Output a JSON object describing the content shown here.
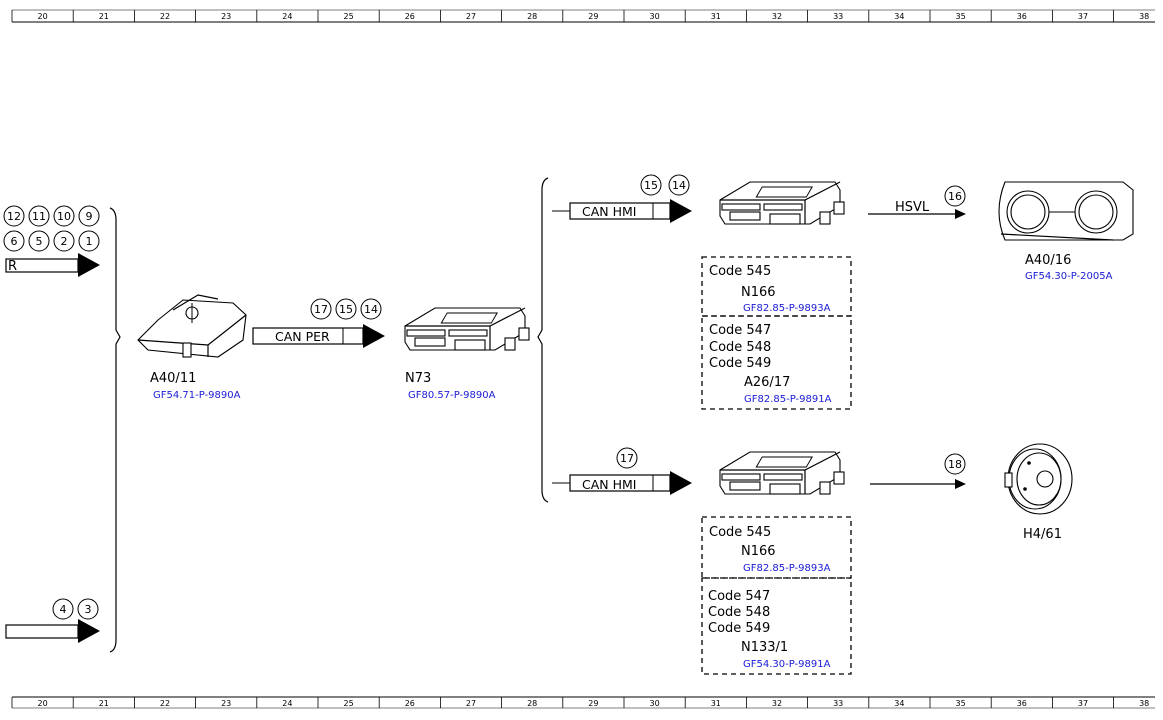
{
  "ruler": {
    "labels": [
      "20",
      "21",
      "22",
      "23",
      "24",
      "25",
      "26",
      "27",
      "28",
      "29",
      "30",
      "31",
      "32",
      "33",
      "34",
      "35",
      "36",
      "37",
      "38"
    ]
  },
  "left_inputs": {
    "top_bubbles_row1": [
      "12",
      "11",
      "10",
      "9"
    ],
    "top_bubbles_row2": [
      "6",
      "5",
      "2",
      "1"
    ],
    "top_arrow_label": "R",
    "bottom_bubbles": [
      "4",
      "3"
    ]
  },
  "a40_11": {
    "label": "A40/11",
    "ref": "GF54.71-P-9890A"
  },
  "can_per": {
    "label": "CAN PER",
    "bubbles": [
      "17",
      "15",
      "14"
    ]
  },
  "n73": {
    "label": "N73",
    "ref": "GF80.57-P-9890A"
  },
  "upper_branch": {
    "bus_label": "CAN HMI",
    "bubbles": [
      "15",
      "14"
    ],
    "out_label": "HSVL",
    "out_bubble": "16",
    "box1": {
      "code": "Code 545",
      "module": "N166",
      "ref": "GF82.85-P-9893A"
    },
    "box2": {
      "codes": [
        "Code 547",
        "Code 548",
        "Code 549"
      ],
      "module": "A26/17",
      "ref": "GF82.85-P-9891A"
    },
    "target": {
      "label": "A40/16",
      "ref": "GF54.30-P-2005A"
    }
  },
  "lower_branch": {
    "bus_label": "CAN HMI",
    "bubbles": [
      "17"
    ],
    "out_bubble": "18",
    "box1": {
      "code": "Code 545",
      "module": "N166",
      "ref": "GF82.85-P-9893A"
    },
    "box2": {
      "codes": [
        "Code 547",
        "Code 548",
        "Code 549"
      ],
      "module": "N133/1",
      "ref": "GF54.30-P-9891A"
    },
    "target": {
      "label": "H4/61"
    }
  }
}
